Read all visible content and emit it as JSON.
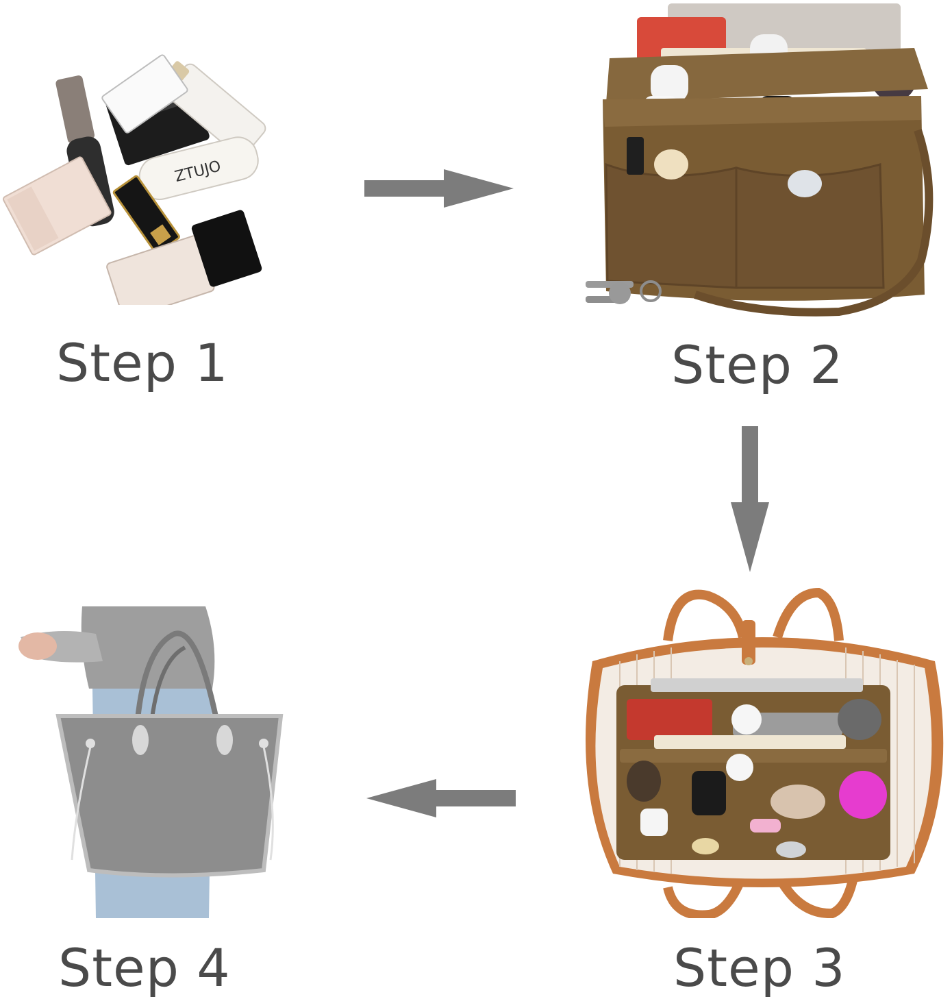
{
  "steps": [
    {
      "label": "Step 1"
    },
    {
      "label": "Step 2"
    },
    {
      "label": "Step 3"
    },
    {
      "label": "Step 4"
    }
  ],
  "product_text": {
    "brand_on_tube": "ZTUJO"
  },
  "colors": {
    "arrow": "#7c7c7c",
    "label_text": "#4a4a4a",
    "felt_brown": "#7a5c33",
    "tote_leather": "#c97a3f",
    "tote_gray": "#8d8d8d"
  },
  "icons": {
    "arrows": [
      "arrow-right-icon",
      "arrow-down-icon",
      "arrow-left-icon"
    ]
  }
}
